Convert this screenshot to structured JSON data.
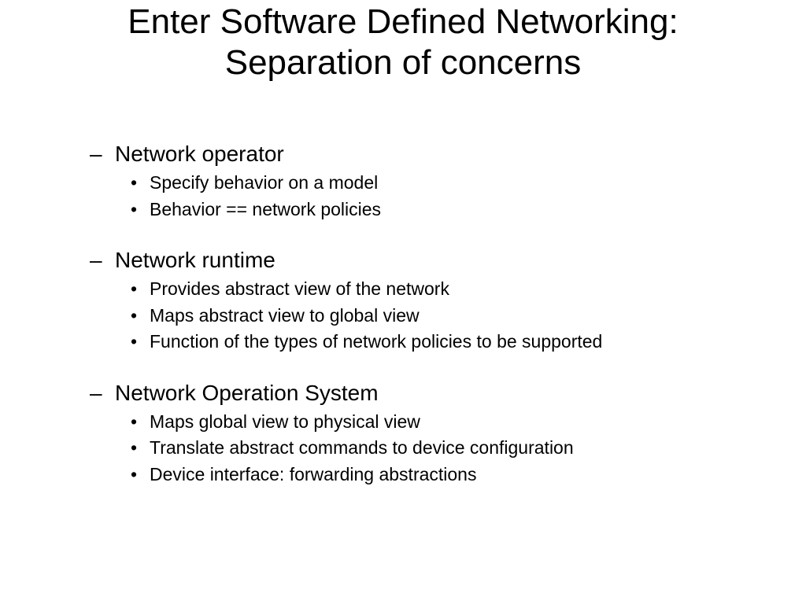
{
  "slide": {
    "title_line1": "Enter Software Defined Networking:",
    "title_line2": "Separation of concerns",
    "dash_glyph": "–",
    "bullet_glyph": "•",
    "sections": [
      {
        "heading": "Network operator",
        "items": [
          "Specify behavior on a model",
          "Behavior == network policies"
        ]
      },
      {
        "heading": "Network runtime",
        "items": [
          "Provides abstract view of the network",
          "Maps abstract view to global view",
          "Function of the types of network policies to be supported"
        ]
      },
      {
        "heading": "Network Operation System",
        "items": [
          "Maps global view to physical view",
          "Translate abstract commands to device configuration",
          "Device interface: forwarding abstractions"
        ]
      }
    ]
  }
}
